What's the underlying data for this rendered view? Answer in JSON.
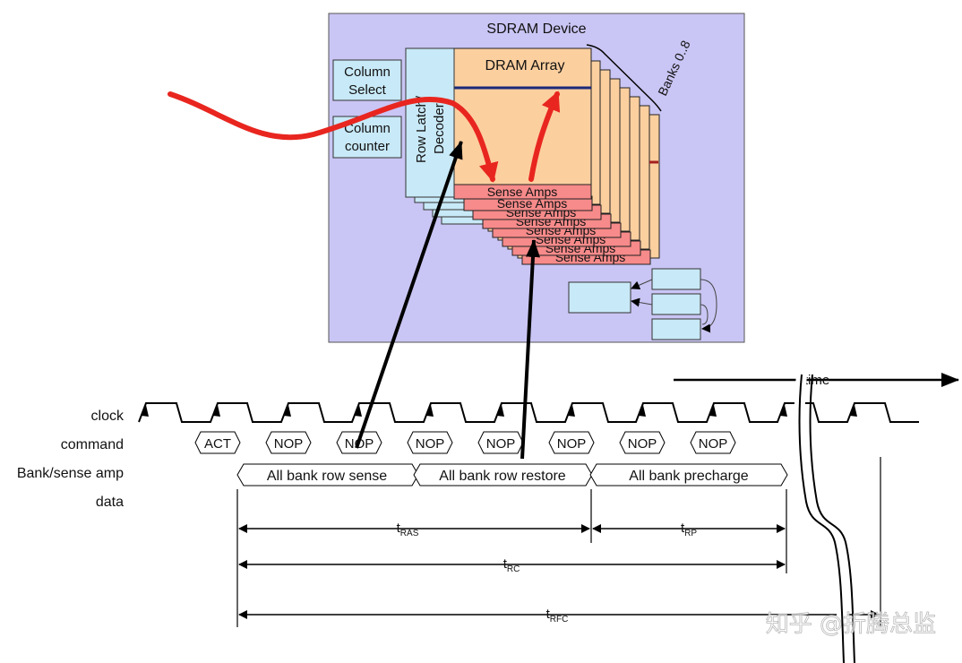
{
  "device": {
    "title": "SDRAM Device",
    "dram_array": "DRAM Array",
    "banks": "Banks 0..8",
    "row_latch_1": "Row Latch/",
    "row_latch_2": "Decoder",
    "column_select_1": "Column",
    "column_select_2": "Select",
    "column_counter_1": "Column",
    "column_counter_2": "counter",
    "sense_amps": "Sense Amps"
  },
  "timing": {
    "time_label": "time",
    "signals": [
      "clock",
      "command",
      "Bank/sense amp",
      "data"
    ],
    "commands": [
      "ACT",
      "NOP",
      "NOP",
      "NOP",
      "NOP",
      "NOP",
      "NOP",
      "NOP"
    ],
    "phases": [
      "All bank row sense",
      "All bank row restore",
      "All bank precharge"
    ],
    "intervals": {
      "tras": {
        "main": "t",
        "sub": "RAS"
      },
      "trp": {
        "main": "t",
        "sub": "RP"
      },
      "trc": {
        "main": "t",
        "sub": "RC"
      },
      "trfc": {
        "main": "t",
        "sub": "RFC"
      }
    }
  },
  "watermark": "知乎 @折腾总监",
  "colors": {
    "device_bg": "#c9c5f4",
    "array": "#fccf9f",
    "sense_amp": "#f78a8a",
    "latch": "#c8e9f7",
    "arrow_red": "#e8261f"
  }
}
